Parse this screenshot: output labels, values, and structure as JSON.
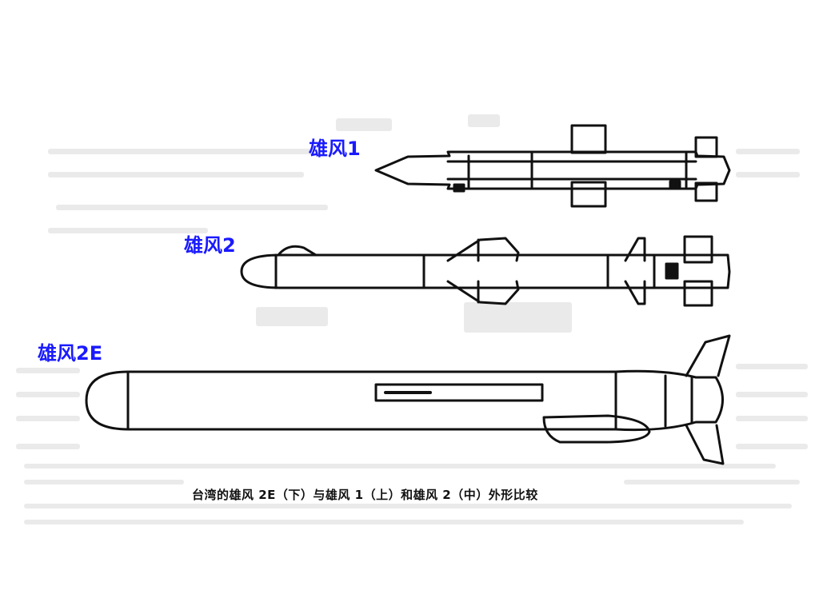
{
  "labels": {
    "top": "雄风1",
    "middle": "雄风2",
    "bottom": "雄风2E"
  },
  "caption": "台湾的雄风 2E（下）与雄风 1（上）和雄风 2（中）外形比较",
  "colors": {
    "label_text": "#1a1aff",
    "drawing_lines": "#111111",
    "background": "#ffffff"
  }
}
